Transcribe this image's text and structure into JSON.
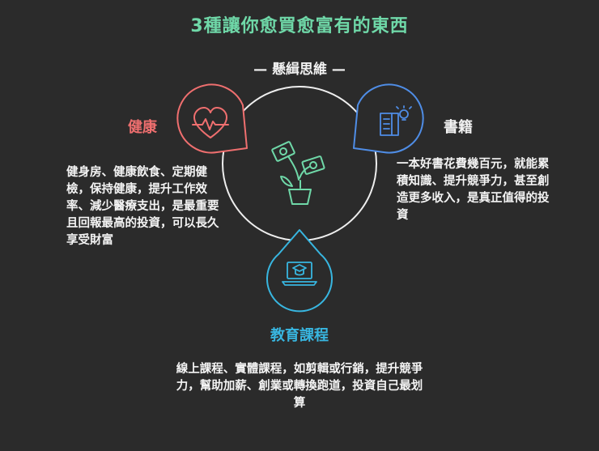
{
  "title": "3種讓你愈買愈富有的東西",
  "subtitle": "— 懸緝思維 —",
  "nodes": {
    "health": {
      "label": "健康",
      "description": "健身房、健康飲食、定期健檢，保持健康，提升工作效率、減少醫療支出，是最重要且回報最高的投資，可以長久享受財富",
      "color": "#ef6f6f",
      "icon": "heart-pulse-icon"
    },
    "books": {
      "label": "書籍",
      "description": "一本好書花費幾百元，就能累積知識、提升競爭力，甚至創造更多收入，是真正值得的投資",
      "color": "#4f8de6",
      "icon": "book-lightbulb-icon"
    },
    "education": {
      "label": "教育課程",
      "description": "線上課程、實體課程，如剪輯或行銷，提升競爭力，幫助加薪、創業或轉換跑道，投資自己最划算",
      "color": "#38b6e0",
      "icon": "laptop-graduation-cap-icon"
    }
  },
  "center": {
    "icon": "money-plant-icon",
    "color": "#6fd8a8"
  },
  "colors": {
    "background": "#2b2b2b",
    "title": "#6fd8a8",
    "circle": "#eeeeee"
  }
}
